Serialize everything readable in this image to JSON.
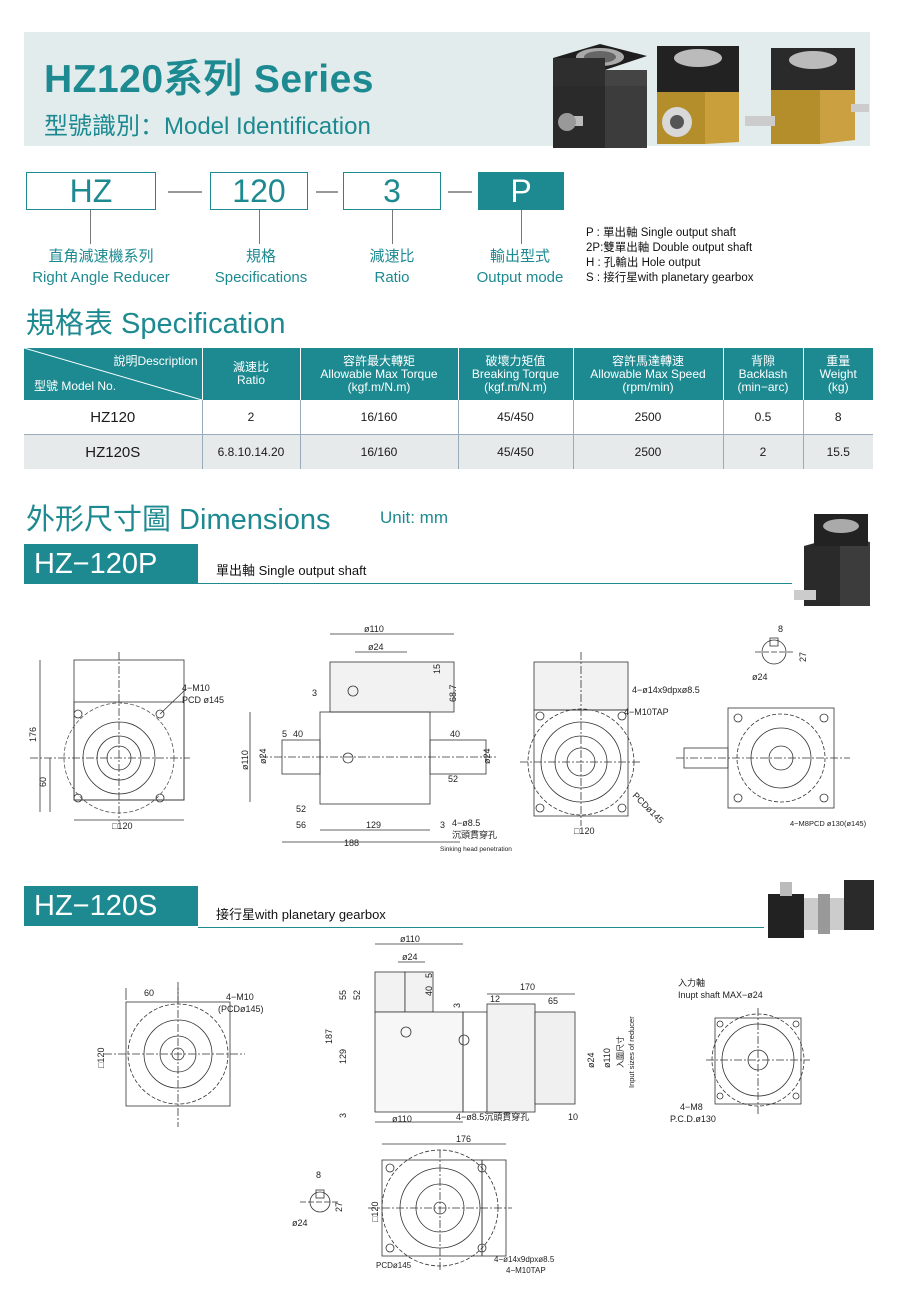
{
  "header": {
    "title": "HZ120系列 Series",
    "subtitle": "型號識別：Model Identification"
  },
  "model_code": {
    "boxes": [
      "HZ",
      "120",
      "3",
      "P"
    ],
    "labels": [
      {
        "zh": "直角減速機系列",
        "en": "Right Angle Reducer"
      },
      {
        "zh": "規格",
        "en": "Specifications"
      },
      {
        "zh": "減速比",
        "en": "Ratio"
      },
      {
        "zh": "輸出型式",
        "en": "Output mode"
      }
    ],
    "output_modes": [
      "P : 單出軸 Single output shaft",
      "2P:雙單出軸 Double output shaft",
      "H : 孔輸出 Hole output",
      "S : 接行星with planetary gearbox"
    ]
  },
  "spec": {
    "heading": "規格表 Specification",
    "corner_top": "說明Description",
    "corner_bottom": "型號 Model No.",
    "columns": [
      [
        "減速比",
        "Ratio"
      ],
      [
        "容許最大轉矩",
        "Allowable Max Torque",
        "(kgf.m/N.m)"
      ],
      [
        "破壞力矩值",
        "Breaking Torque",
        "(kgf.m/N.m)"
      ],
      [
        "容許馬達轉速",
        "Allowable Max Speed",
        "(rpm/min)"
      ],
      [
        "背隙",
        "Backlash",
        "(min−arc)"
      ],
      [
        "重量",
        "Weight",
        "(kg)"
      ]
    ],
    "rows": [
      [
        "HZ120",
        "2",
        "16/160",
        "45/450",
        "2500",
        "0.5",
        "8"
      ],
      [
        "HZ120S",
        "6.8.10.14.20",
        "16/160",
        "45/450",
        "2500",
        "2",
        "15.5"
      ]
    ]
  },
  "dimensions": {
    "heading": "外形尺寸圖 Dimensions",
    "unit": "Unit: mm",
    "p": {
      "title": "HZ−120P",
      "desc": "單出軸 Single output shaft",
      "labels": {
        "m10pcd": "4−M10",
        "pcd145": "PCD ø145",
        "d176": "176",
        "d60": "60",
        "sq120": "□120",
        "d110": "ø110",
        "d24": "ø24",
        "d15": "15",
        "d68": "68.7",
        "d3": "3",
        "d5": "5",
        "d40": "40",
        "d52": "52",
        "d56": "56",
        "d129": "129",
        "d188": "188",
        "d85": "4−ø8.5",
        "sink_zh": "沉頭貫穿孔",
        "sink_en": "Sinking head penetration",
        "d14": "4−ø14x9dpxø8.5",
        "m10tap": "4−M10TAP",
        "pcd145b": "PCDø145",
        "d8": "8",
        "d27": "27",
        "m8pcd": "4−M8PCD ø130(ø145)"
      }
    },
    "s": {
      "title": "HZ−120S",
      "desc": "接行星with planetary gearbox",
      "labels": {
        "d60": "60",
        "m10": "4−M10",
        "pcd145": "(PCDø145)",
        "sq120": "□120",
        "d110": "ø110",
        "d24": "ø24",
        "d55": "55",
        "d52": "52",
        "d40": "40",
        "d5": "5",
        "d3": "3",
        "d187": "187",
        "d129": "129",
        "d12": "12",
        "d170": "170",
        "d65": "65",
        "d85": "4−ø8.5沉頭貫穿孔",
        "d10": "10",
        "in_zh": "入圍尺寸",
        "in_en": "Input sizes of reducer",
        "inshaft_zh": "入力軸",
        "inshaft_en": "Inupt shaft MAX−ø24",
        "m8": "4−M8",
        "pcd130": "P.C.D.ø130",
        "d176": "176",
        "d8": "8",
        "d27": "27",
        "d14": "4−ø14x9dpxø8.5",
        "m10tap": "4−M10TAP",
        "pcd145b": "PCDø145"
      }
    }
  }
}
